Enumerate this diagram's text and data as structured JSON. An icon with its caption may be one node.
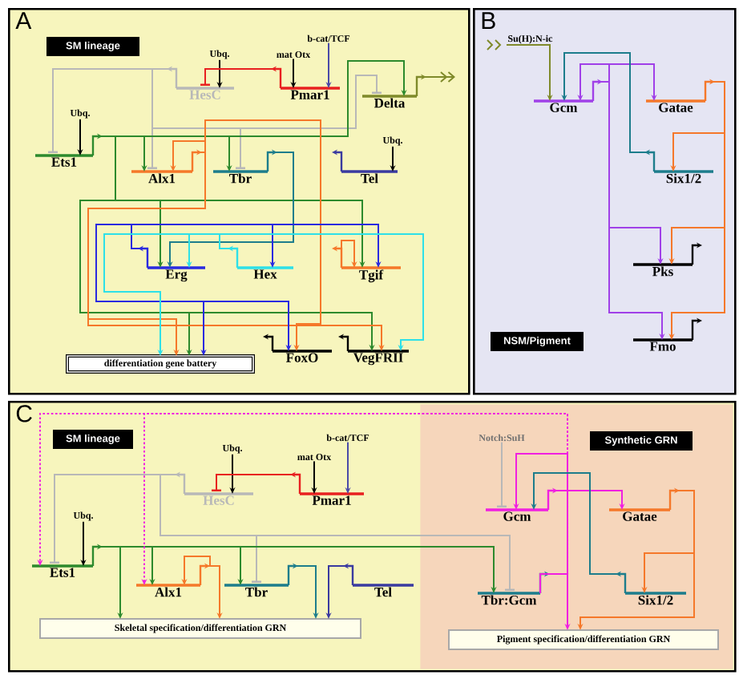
{
  "diagram": {
    "nodes": [
      {
        "text": [
          "A"
        ]
      },
      {
        "text": [
          "SM lineage"
        ],
        "in": 0
      },
      {
        "text": [
          "Ubq."
        ],
        "in": 0
      },
      {
        "text": [
          "b-cat/TCF"
        ],
        "in": 0
      },
      {
        "text": [
          "mat Otx"
        ],
        "in": 0
      },
      {
        "text": [
          "HesC"
        ],
        "in": 0
      },
      {
        "text": [
          "Pmar1"
        ],
        "in": 0
      },
      {
        "text": [
          "Delta"
        ],
        "in": 0
      },
      {
        "text": [
          "Ubq."
        ],
        "in": 0
      },
      {
        "text": [
          "Ubq."
        ],
        "in": 0
      },
      {
        "text": [
          "Ets1"
        ],
        "in": 0
      },
      {
        "text": [
          "Alx1"
        ],
        "in": 0
      },
      {
        "text": [
          "Tbr"
        ],
        "in": 0
      },
      {
        "text": [
          "Tel"
        ],
        "in": 0
      },
      {
        "text": [
          "Erg"
        ],
        "in": 0
      },
      {
        "text": [
          "Hex"
        ],
        "in": 0
      },
      {
        "text": [
          "Tgif"
        ],
        "in": 0
      },
      {
        "text": [
          "differentiation gene battery"
        ],
        "in": 0
      },
      {
        "text": [
          "FoxO"
        ],
        "in": 0
      },
      {
        "text": [
          "VegFRII"
        ],
        "in": 0
      },
      {
        "text": [
          "B"
        ]
      },
      {
        "text": [
          "Su(H):N-ic"
        ],
        "in": 20
      },
      {
        "text": [
          "Gcm"
        ],
        "in": 20
      },
      {
        "text": [
          "Gatae"
        ],
        "in": 20
      },
      {
        "text": [
          "Six1/2"
        ],
        "in": 20
      },
      {
        "text": [
          "Pks"
        ],
        "in": 20
      },
      {
        "text": [
          "NSM/Pigment"
        ],
        "in": 20
      },
      {
        "text": [
          "Fmo"
        ],
        "in": 20
      },
      {
        "text": [
          "C"
        ]
      },
      {
        "text": [
          "SM lineage"
        ],
        "in": 28
      },
      {
        "text": [
          "b-cat/TCF"
        ],
        "in": 28
      },
      {
        "text": [
          "Ubq."
        ],
        "in": 28
      },
      {
        "text": [
          "mat Otx"
        ],
        "in": 28
      },
      {
        "text": [
          "HesC"
        ],
        "in": 28
      },
      {
        "text": [
          "Pmar1"
        ],
        "in": 28
      },
      {
        "text": [
          "Ubq."
        ],
        "in": 28
      },
      {
        "text": [
          "Ets1"
        ],
        "in": 28
      },
      {
        "text": [
          "Alx1"
        ],
        "in": 28
      },
      {
        "text": [
          "Tbr"
        ],
        "in": 28
      },
      {
        "text": [
          "Tel"
        ],
        "in": 28
      },
      {
        "text": [
          "Skeletal specification/differentiation GRN"
        ],
        "in": 28
      },
      {
        "text": [],
        "shape": "box",
        "in": 28
      },
      {
        "text": [
          "Notch:SuH"
        ],
        "in": 41
      },
      {
        "text": [
          "Synthetic GRN"
        ],
        "in": 41
      },
      {
        "text": [
          "Gcm"
        ],
        "in": 41
      },
      {
        "text": [
          "Gatae"
        ],
        "in": 41
      },
      {
        "text": [
          "Tbr:Gcm"
        ],
        "in": 41
      },
      {
        "text": [
          "Six1/2"
        ],
        "in": 41
      },
      {
        "text": [
          "Pigment specification/differentiation GRN"
        ],
        "in": 41
      }
    ],
    "edges": [
      {
        "from": 2,
        "to": 5,
        "arrow": "to",
        "color": "#000000"
      },
      {
        "from": 4,
        "to": 6,
        "arrow": "to",
        "color": "#000000"
      },
      {
        "from": 3,
        "to": 6,
        "arrow": "to",
        "color": "#4a4aa8"
      },
      {
        "from": 6,
        "to": 5,
        "arrow": "other",
        "color": "#e82020"
      },
      {
        "from": 5,
        "to": 10,
        "arrow": "other",
        "color": "#b8b8b8"
      },
      {
        "from": 5,
        "to": 11,
        "arrow": "other",
        "color": "#b8b8b8"
      },
      {
        "from": 5,
        "to": 12,
        "arrow": "other",
        "color": "#b8b8b8"
      },
      {
        "from": 5,
        "to": 7,
        "arrow": "other",
        "color": "#b8b8b8"
      },
      {
        "from": 8,
        "to": 10,
        "arrow": "to",
        "color": "#000000"
      },
      {
        "from": 10,
        "to": 7,
        "arrow": "to",
        "color": "#2d8a2d"
      },
      {
        "from": 10,
        "to": 11,
        "arrow": "to",
        "color": "#2d8a2d"
      },
      {
        "from": 10,
        "to": 12,
        "arrow": "to",
        "color": "#2d8a2d"
      },
      {
        "from": 10,
        "to": 14,
        "arrow": "to",
        "color": "#2d8a2d"
      },
      {
        "from": 10,
        "to": 16,
        "arrow": "to",
        "color": "#2d8a2d"
      },
      {
        "from": 10,
        "to": 17,
        "arrow": "to",
        "color": "#2d8a2d"
      },
      {
        "from": 10,
        "to": 19,
        "arrow": "to",
        "color": "#2d8a2d"
      },
      {
        "from": 7,
        "to": null,
        "arrow": "to",
        "color": "#7f8a2a"
      },
      {
        "from": 11,
        "to": 11,
        "arrow": "to",
        "color": "#f5782a"
      },
      {
        "from": 11,
        "to": 18,
        "arrow": "to",
        "color": "#f5782a"
      },
      {
        "from": 11,
        "to": 17,
        "arrow": "to",
        "color": "#f5782a"
      },
      {
        "from": 11,
        "to": 19,
        "arrow": "to",
        "color": "#f5782a"
      },
      {
        "from": 12,
        "to": 14,
        "arrow": "to",
        "color": "#1d7d8c"
      },
      {
        "from": 9,
        "to": 13,
        "arrow": "to",
        "color": "#000000"
      },
      {
        "from": 14,
        "to": 15,
        "arrow": "to",
        "color": "#2a2ae0"
      },
      {
        "from": 14,
        "to": 16,
        "arrow": "to",
        "color": "#2a2ae0"
      },
      {
        "from": 14,
        "to": 18,
        "arrow": "to",
        "color": "#2a2ae0"
      },
      {
        "from": 14,
        "to": 17,
        "arrow": "to",
        "color": "#2a2ae0"
      },
      {
        "from": 15,
        "to": 14,
        "arrow": "to",
        "color": "#2ee0e8"
      },
      {
        "from": 15,
        "to": 19,
        "arrow": "to",
        "color": "#2ee0e8"
      },
      {
        "from": 15,
        "to": 17,
        "arrow": "to",
        "color": "#2ee0e8"
      },
      {
        "from": 16,
        "to": 16,
        "arrow": "to",
        "color": "#f5782a"
      },
      {
        "from": 21,
        "to": 22,
        "arrow": "to",
        "color": "#7f8a2a"
      },
      {
        "from": 22,
        "to": 22,
        "arrow": "to",
        "color": "#a040e8"
      },
      {
        "from": 22,
        "to": 23,
        "arrow": "to",
        "color": "#a040e8"
      },
      {
        "from": 22,
        "to": 25,
        "arrow": "to",
        "color": "#a040e8"
      },
      {
        "from": 22,
        "to": 27,
        "arrow": "to",
        "color": "#a040e8"
      },
      {
        "from": 23,
        "to": 24,
        "arrow": "to",
        "color": "#f5782a"
      },
      {
        "from": 23,
        "to": 25,
        "arrow": "to",
        "color": "#f5782a"
      },
      {
        "from": 23,
        "to": 27,
        "arrow": "to",
        "color": "#f5782a"
      },
      {
        "from": 24,
        "to": 22,
        "arrow": "to",
        "color": "#1d7d8c"
      },
      {
        "from": 31,
        "to": 33,
        "arrow": "to",
        "color": "#000000"
      },
      {
        "from": 32,
        "to": 34,
        "arrow": "to",
        "color": "#000000"
      },
      {
        "from": 30,
        "to": 34,
        "arrow": "to",
        "color": "#4a4aa8"
      },
      {
        "from": 34,
        "to": 33,
        "arrow": "other",
        "color": "#e82020"
      },
      {
        "from": 33,
        "to": 36,
        "arrow": "other",
        "color": "#b8b8b8"
      },
      {
        "from": 33,
        "to": 38,
        "arrow": "other",
        "color": "#b8b8b8"
      },
      {
        "from": 33,
        "to": 46,
        "arrow": "other",
        "color": "#b8b8b8"
      },
      {
        "from": 35,
        "to": 36,
        "arrow": "to",
        "color": "#000000"
      },
      {
        "from": 36,
        "to": 37,
        "arrow": "to",
        "color": "#2d8a2d"
      },
      {
        "from": 36,
        "to": 38,
        "arrow": "to",
        "color": "#2d8a2d"
      },
      {
        "from": 36,
        "to": 40,
        "arrow": "to",
        "color": "#2d8a2d"
      },
      {
        "from": 36,
        "to": 46,
        "arrow": "to",
        "color": "#2d8a2d"
      },
      {
        "from": 37,
        "to": 37,
        "arrow": "to",
        "color": "#f5782a"
      },
      {
        "from": 37,
        "to": 40,
        "arrow": "to",
        "color": "#f5782a"
      },
      {
        "from": 38,
        "to": 40,
        "arrow": "to",
        "color": "#1d7d8c"
      },
      {
        "from": 39,
        "to": 40,
        "arrow": "to",
        "color": "#3a3aa0"
      },
      {
        "from": 44,
        "to": 45,
        "arrow": "to",
        "color": "#f020e0"
      },
      {
        "from": 46,
        "to": 44,
        "arrow": "to",
        "color": "#f020e0"
      },
      {
        "from": 46,
        "to": 48,
        "arrow": "to",
        "color": "#f020e0"
      },
      {
        "from": 46,
        "to": 36,
        "arrow": "to",
        "style": "dashed",
        "color": "#f020e0"
      },
      {
        "from": 46,
        "to": 37,
        "arrow": "to",
        "style": "dashed",
        "color": "#f020e0"
      },
      {
        "from": 45,
        "to": 47,
        "arrow": "to",
        "color": "#f5782a"
      },
      {
        "from": 45,
        "to": 48,
        "arrow": "to",
        "color": "#f5782a"
      },
      {
        "from": 47,
        "to": 44,
        "arrow": "to",
        "color": "#1d7d8c"
      },
      {
        "from": 42,
        "to": 44,
        "arrow": "other",
        "color": "#b8b8b8"
      }
    ]
  }
}
